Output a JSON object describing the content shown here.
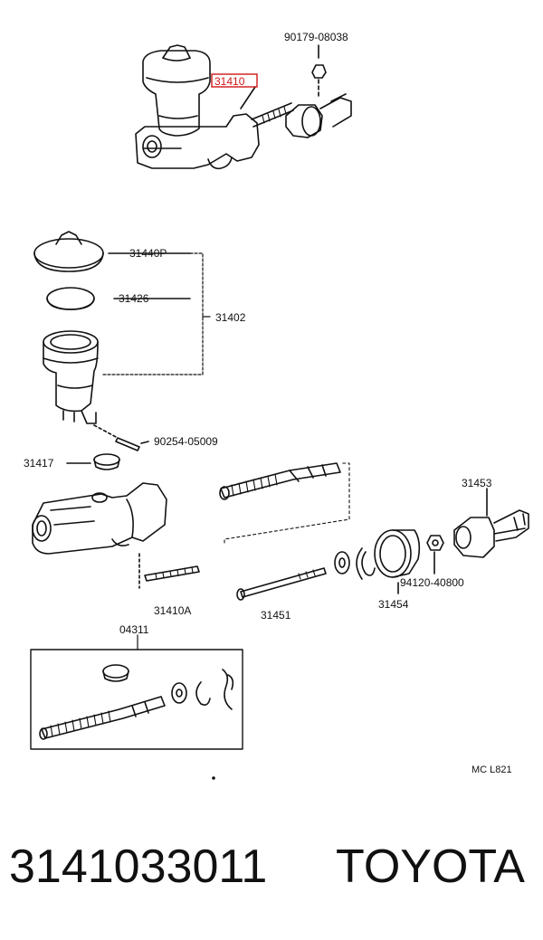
{
  "labels": {
    "nut_top": "90179-08038",
    "assembly_highlight": "31410",
    "cap": "31440P",
    "diaphragm": "31426",
    "reservoir_group": "31402",
    "pin": "90254-05009",
    "grommet": "31417",
    "body": "31410A",
    "push_rod": "31451",
    "clevis": "31453",
    "clevis_nut": "94120-40800",
    "boot": "31454",
    "kit": "04311",
    "figure_code": "MC L821"
  },
  "colors": {
    "highlight": "#d01818",
    "ink": "#111111"
  },
  "footer": {
    "part_number": "3141033011",
    "brand": "TOYOTA"
  }
}
